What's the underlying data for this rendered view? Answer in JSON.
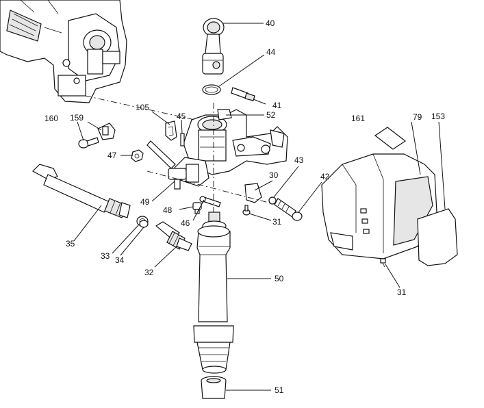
{
  "callouts": [
    {
      "id": "c40",
      "label": "40"
    },
    {
      "id": "c44",
      "label": "44"
    },
    {
      "id": "c41",
      "label": "41"
    },
    {
      "id": "c105",
      "label": "105"
    },
    {
      "id": "c45",
      "label": "45"
    },
    {
      "id": "c52",
      "label": "52"
    },
    {
      "id": "c160",
      "label": "160"
    },
    {
      "id": "c159",
      "label": "159"
    },
    {
      "id": "c47",
      "label": "47"
    },
    {
      "id": "c161",
      "label": "161"
    },
    {
      "id": "c79",
      "label": "79"
    },
    {
      "id": "c153",
      "label": "153"
    },
    {
      "id": "c43",
      "label": "43"
    },
    {
      "id": "c30",
      "label": "30"
    },
    {
      "id": "c42",
      "label": "42"
    },
    {
      "id": "c49",
      "label": "49"
    },
    {
      "id": "c48",
      "label": "48"
    },
    {
      "id": "c31a",
      "label": "31"
    },
    {
      "id": "c46",
      "label": "46"
    },
    {
      "id": "c35",
      "label": "35"
    },
    {
      "id": "c33",
      "label": "33"
    },
    {
      "id": "c34",
      "label": "34"
    },
    {
      "id": "c32",
      "label": "32"
    },
    {
      "id": "c50",
      "label": "50"
    },
    {
      "id": "c31b",
      "label": "31"
    },
    {
      "id": "c51",
      "label": "51"
    }
  ]
}
